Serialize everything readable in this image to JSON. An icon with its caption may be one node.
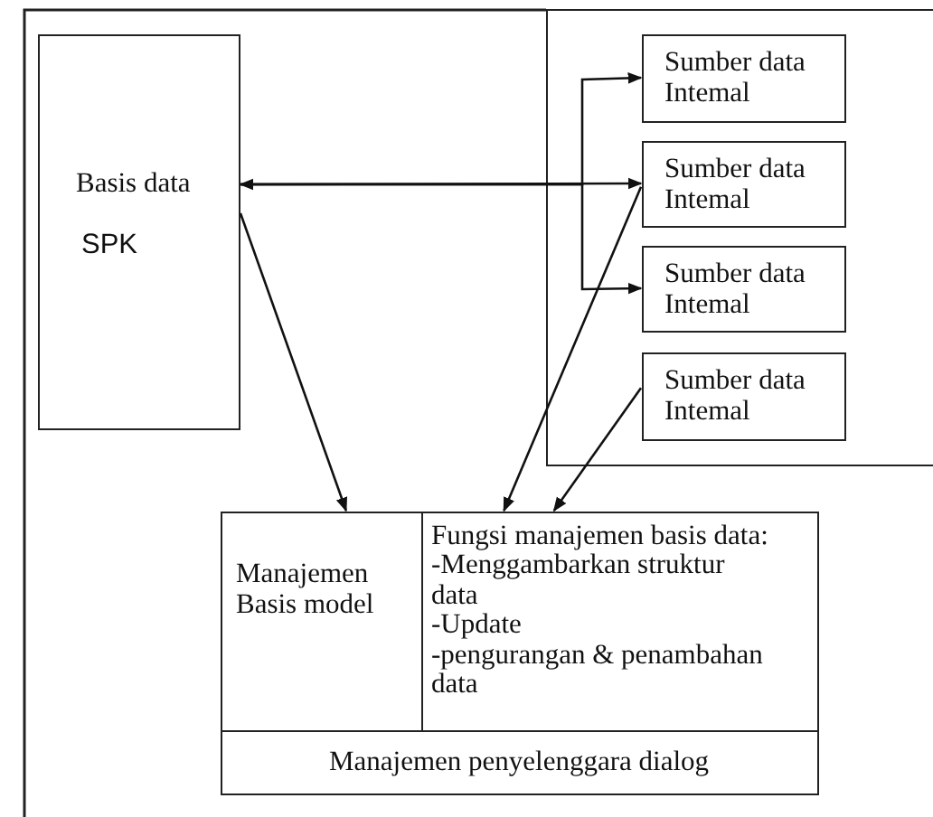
{
  "diagram": {
    "nodes": [
      {
        "text": [
          "Basis data",
          "SPK"
        ]
      },
      {
        "text": [],
        "shape": "box"
      },
      {
        "text": [
          "Sumber data Intemal"
        ],
        "in": 1
      },
      {
        "text": [
          "Sumber data Intemal"
        ],
        "in": 1
      },
      {
        "text": [
          "Sumber data Intemal"
        ],
        "in": 1
      },
      {
        "text": [
          "Sumber data Intemal"
        ],
        "in": 1
      },
      {
        "text": [],
        "shape": "box"
      },
      {
        "text": [
          "Manajemen Basis model"
        ],
        "in": 6
      },
      {
        "text": [
          "Fungsi manajemen basis data:",
          "-Menggambarkan struktur data",
          "-Update",
          "-pengurangan & penambahan data"
        ],
        "in": 6
      },
      {
        "text": [
          "Manajemen penyelenggara dialog"
        ],
        "in": 6
      }
    ],
    "edges": [
      {
        "from": 0,
        "to": 3,
        "arrow": "both"
      },
      {
        "from": 0,
        "to": 2,
        "arrow": "to"
      },
      {
        "from": 0,
        "to": 4,
        "arrow": "to"
      },
      {
        "from": 0,
        "to": 7,
        "arrow": "to"
      },
      {
        "from": 3,
        "to": 8,
        "arrow": "to"
      },
      {
        "from": 5,
        "to": 8,
        "arrow": "to"
      }
    ]
  }
}
